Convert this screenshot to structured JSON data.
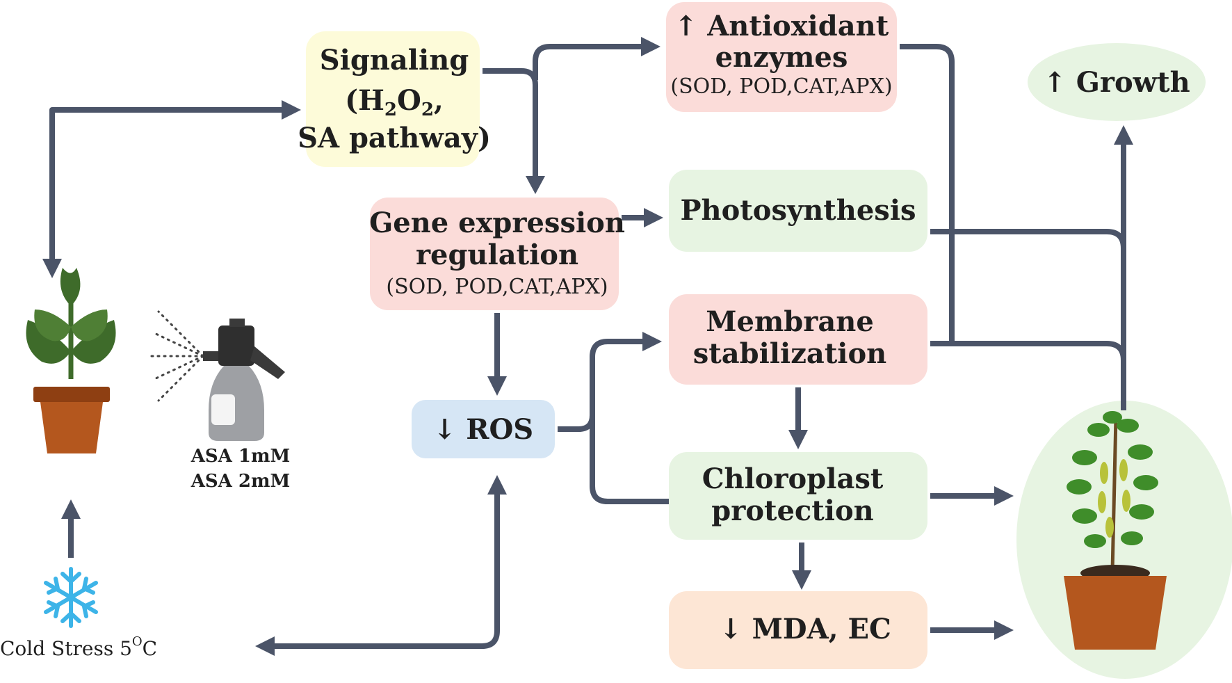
{
  "signaling": {
    "title": "Signaling",
    "h2o2_open": "(H",
    "h2o2_sub1": "2",
    "h2o2_o": "O",
    "h2o2_sub2": "2",
    "h2o2_comma": ",",
    "sa": "SA pathway)"
  },
  "antioxidant": {
    "line1": "↑ Antioxidant",
    "line2": "enzymes",
    "line3": "(SOD, POD,CAT,APX)"
  },
  "growth": {
    "label": "↑ Growth"
  },
  "gene_expression": {
    "line1": "Gene expression",
    "line2": "regulation",
    "line3": "(SOD, POD,CAT,APX)"
  },
  "photosynthesis": {
    "label": "Photosynthesis"
  },
  "membrane": {
    "line1": "Membrane",
    "line2": "stabilization"
  },
  "ros": {
    "label": "↓ ROS"
  },
  "chloroplast": {
    "line1": "Chloroplast",
    "line2": "protection"
  },
  "mda": {
    "label": "↓ MDA, EC"
  },
  "treatment": {
    "dose1": "ASA 1mM",
    "dose2": "ASA 2mM"
  },
  "cold_stress": {
    "label": "Cold Stress 5",
    "sup": "O",
    "unit": "C"
  },
  "colors": {
    "yellow": "#fdfbd9",
    "pink": "#fbdcd9",
    "green": "#e7f4e2",
    "blue": "#d6e6f5",
    "orange": "#fde6d5",
    "arrow": "#4b5468",
    "snowflake": "#3db4e8",
    "pot": "#b4571e",
    "leaf": "#3e6b2a"
  },
  "icons": [
    "young-plant-in-pot-icon",
    "spray-bottle-icon",
    "snowflake-icon",
    "grown-soybean-plant-icon"
  ]
}
